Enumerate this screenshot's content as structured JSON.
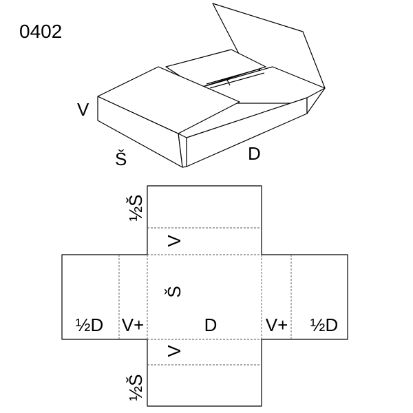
{
  "code": "0402",
  "box_view": {
    "label_height": "V",
    "label_width": "Š",
    "label_length": "D"
  },
  "net": {
    "top_half_width": "½Š",
    "top_height": "V",
    "center_width": "Š",
    "center_length": "D",
    "left_half_length": "½D",
    "left_height": "V+",
    "right_height": "V+",
    "right_half_length": "½D",
    "bottom_height": "V",
    "bottom_half_width": "½Š"
  }
}
